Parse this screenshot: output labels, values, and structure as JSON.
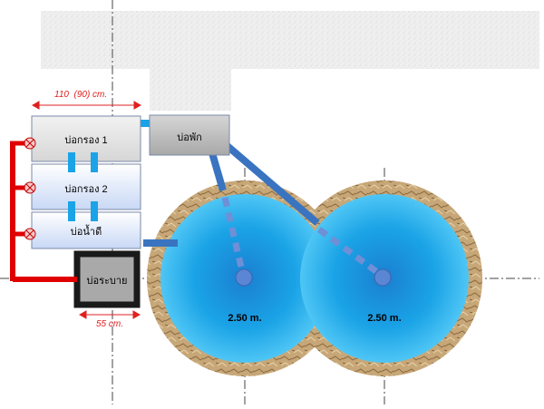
{
  "dimensions": {
    "width_label": "110  (90) cm.",
    "drain_width_label": "55 cm.",
    "pond_label_left": "2.50 m.",
    "pond_label_right": "2.50 m."
  },
  "tanks": {
    "filter1": "บ่อกรอง 1",
    "filter2": "บ่อกรอง 2",
    "clean_water": "บ่อน้ำดี",
    "rest": "บ่อพัก",
    "drain": "บ่อระบาย"
  },
  "colors": {
    "pond_blue": "#1aa3e6",
    "pipe_blue": "#3a7bc0",
    "pipe_red": "#e00000",
    "dimension_red": "#e02020",
    "concrete": "#ececec"
  }
}
